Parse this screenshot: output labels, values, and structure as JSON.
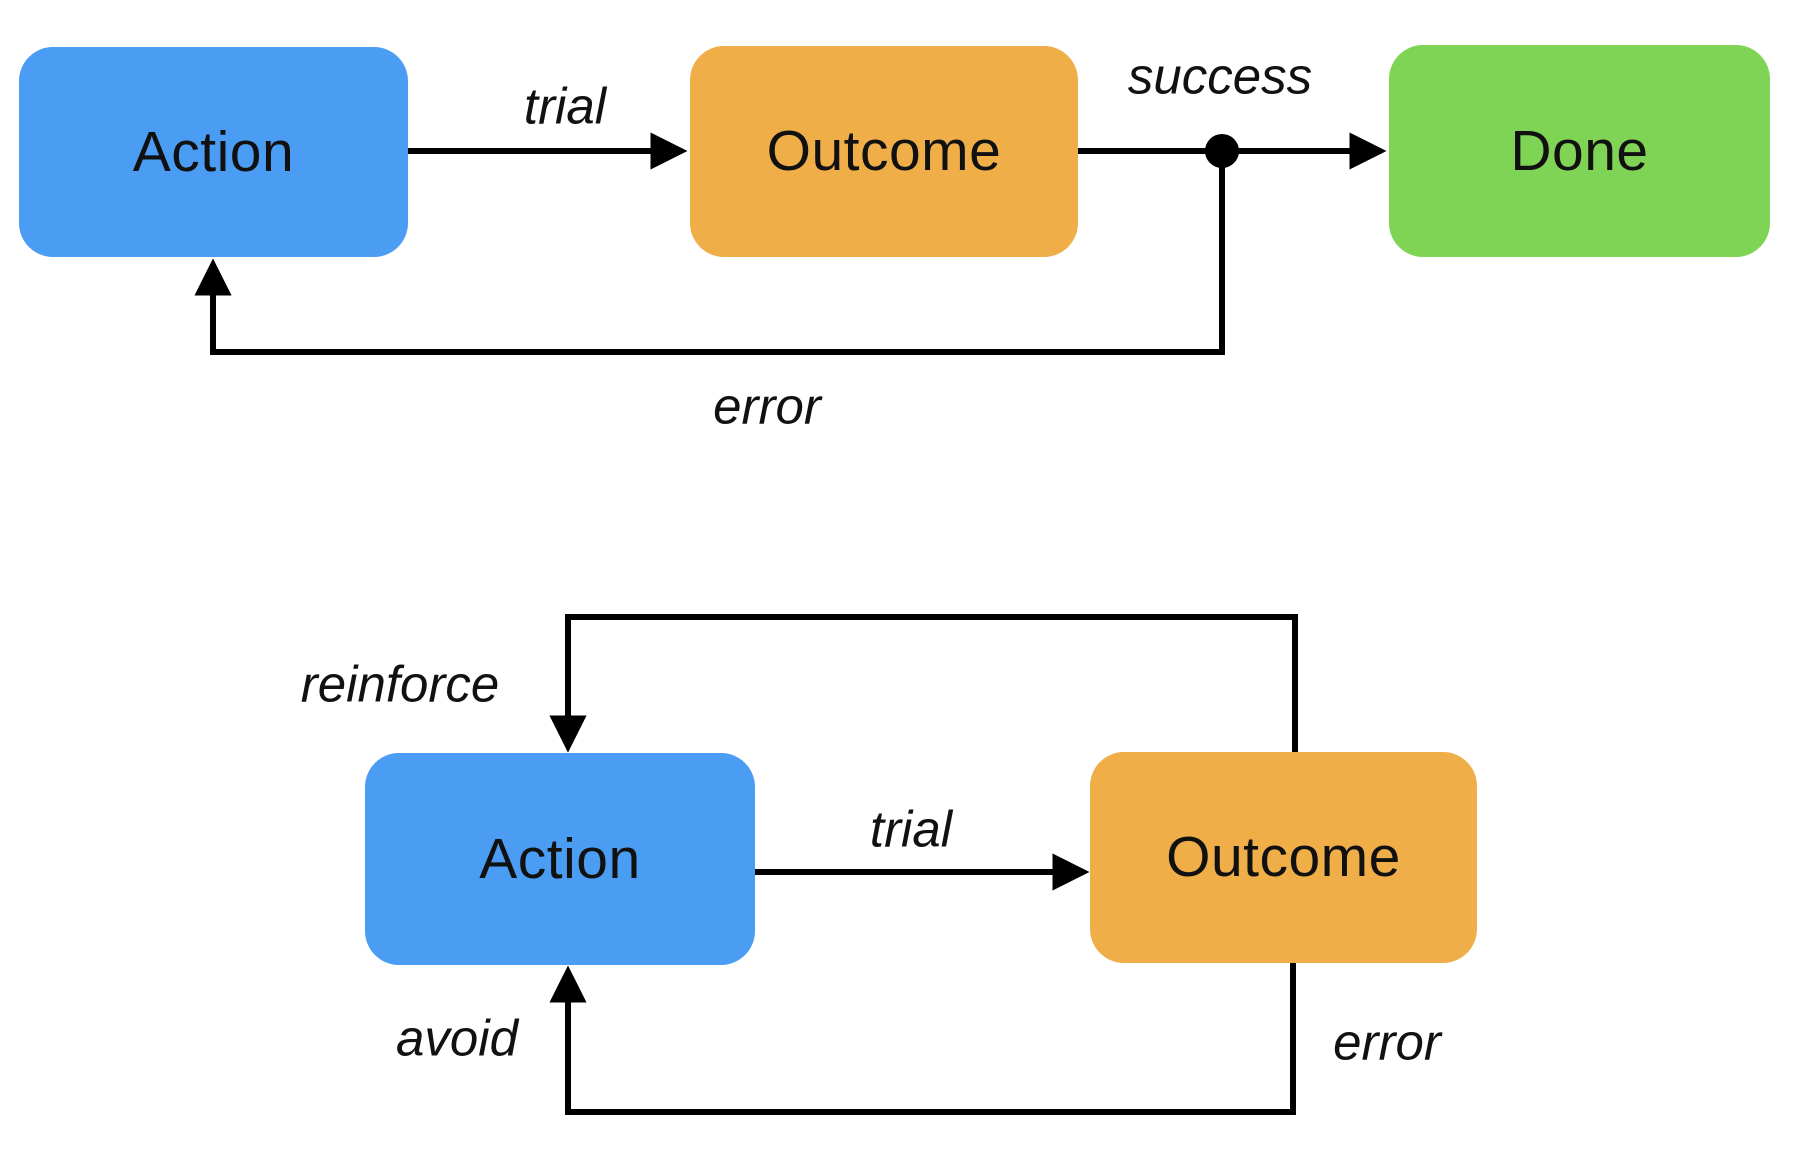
{
  "colors": {
    "background": "#ffffff",
    "text": "#111111",
    "line": "#000000",
    "node_action": "#4a9df3",
    "node_outcome": "#f0ae49",
    "node_done": "#80d455"
  },
  "top_diagram": {
    "nodes": {
      "action": {
        "label": "Action"
      },
      "outcome": {
        "label": "Outcome"
      },
      "done": {
        "label": "Done"
      }
    },
    "edge_labels": {
      "trial": "trial",
      "success": "success",
      "error": "error"
    }
  },
  "bottom_diagram": {
    "nodes": {
      "action": {
        "label": "Action"
      },
      "outcome": {
        "label": "Outcome"
      }
    },
    "edge_labels": {
      "trial": "trial",
      "reinforce": "reinforce",
      "avoid": "avoid",
      "error": "error"
    }
  }
}
